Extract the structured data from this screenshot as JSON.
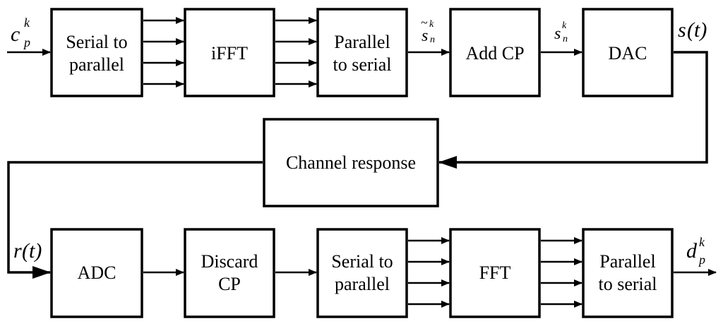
{
  "diagram": {
    "transmitter": {
      "serial_to_parallel": [
        "Serial to",
        "parallel"
      ],
      "ifft": "iFFT",
      "parallel_to_serial": [
        "Parallel",
        "to serial"
      ],
      "add_cp": "Add CP",
      "dac": "DAC"
    },
    "channel": {
      "label": "Channel response"
    },
    "receiver": {
      "adc": "ADC",
      "discard_cp": [
        "Discard",
        "CP"
      ],
      "serial_to_parallel": [
        "Serial to",
        "parallel"
      ],
      "fft": "FFT",
      "parallel_to_serial": [
        "Parallel",
        "to serial"
      ]
    },
    "signals": {
      "input": {
        "base": "c",
        "sup": "k",
        "sub": "p"
      },
      "s_tilde": {
        "tilde": "~",
        "base": "s",
        "sup": "k",
        "sub": "n"
      },
      "s_n": {
        "base": "s",
        "sup": "k",
        "sub": "n"
      },
      "s_t": {
        "base": "s",
        "paren": "(t)"
      },
      "r_t": {
        "base": "r",
        "paren": "(t)"
      },
      "output": {
        "base": "d",
        "sup": "k",
        "sub": "p"
      }
    }
  }
}
